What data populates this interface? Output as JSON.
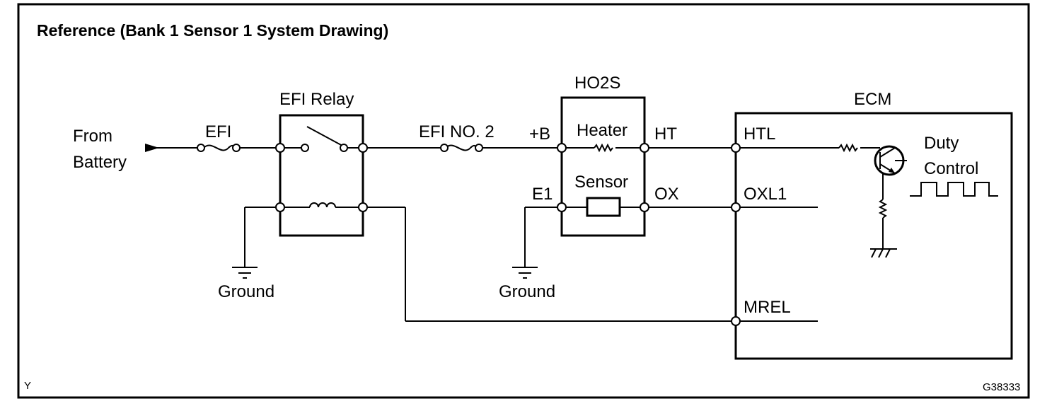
{
  "title": "Reference (Bank 1 Sensor 1 System Drawing)",
  "corner_left": "Y",
  "corner_right": "G38333",
  "source": {
    "line1": "From",
    "line2": "Battery"
  },
  "fuses": {
    "efi": "EFI",
    "efi_no2": "EFI NO. 2"
  },
  "relay": {
    "label": "EFI Relay"
  },
  "ho2s": {
    "label": "HO2S",
    "heater": "Heater",
    "sensor": "Sensor",
    "pin_b": "+B",
    "pin_e1": "E1",
    "pin_ht": "HT",
    "pin_ox": "OX"
  },
  "ecm": {
    "label": "ECM",
    "pin_htl": "HTL",
    "pin_oxl1": "OXL1",
    "pin_mrel": "MREL",
    "duty_line1": "Duty",
    "duty_line2": "Control"
  },
  "grounds": {
    "left": "Ground",
    "middle": "Ground"
  }
}
